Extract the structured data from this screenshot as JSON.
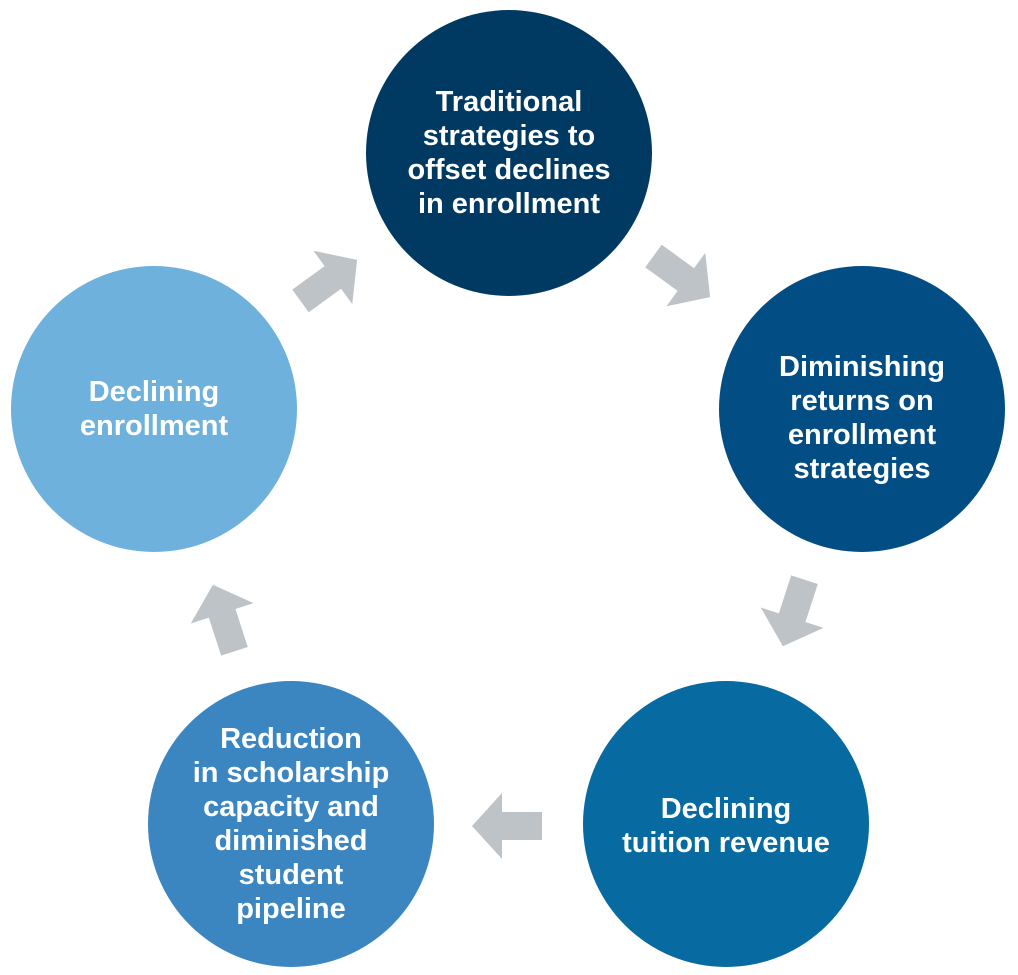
{
  "diagram": {
    "type": "cycle",
    "arrow_color": "#bec3c8",
    "nodes": [
      {
        "label": "Traditional\nstrategies to\noffset declines\nin enrollment",
        "color": "#003a62"
      },
      {
        "label": "Diminishing\nreturns on\nenrollment\nstrategies",
        "color": "#034d85"
      },
      {
        "label": "Declining\ntuition revenue",
        "color": "#076aa0"
      },
      {
        "label": "Reduction\nin scholarship\ncapacity and\ndiminished\nstudent\npipeline",
        "color": "#3b86c0"
      },
      {
        "label": "Declining\nenrollment",
        "color": "#6eb1dc"
      }
    ],
    "edges": [
      {
        "from": 0,
        "to": 1
      },
      {
        "from": 1,
        "to": 2
      },
      {
        "from": 2,
        "to": 3
      },
      {
        "from": 3,
        "to": 4
      },
      {
        "from": 4,
        "to": 0
      }
    ]
  }
}
